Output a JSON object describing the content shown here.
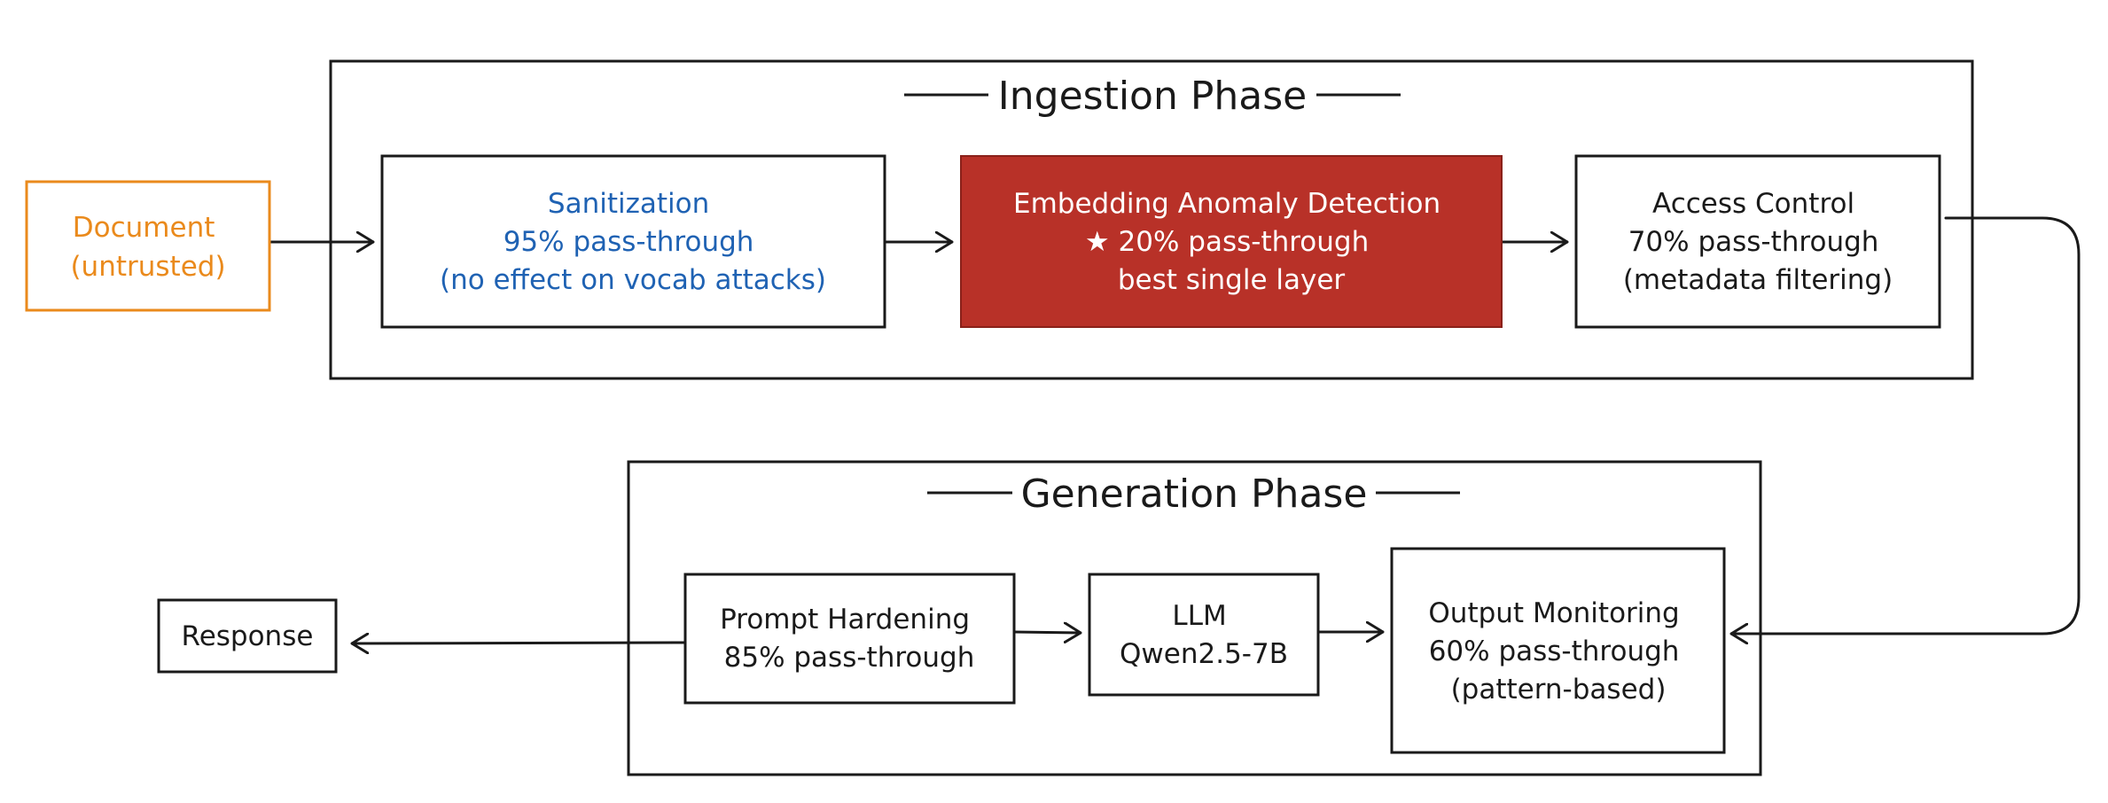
{
  "colors": {
    "ink": "#1a1a1a",
    "untrusted": "#ea8a1c",
    "sanitization_text": "#1f62b3",
    "highlight_fill": "#b83128",
    "highlight_text": "#ffffff"
  },
  "ingestion": {
    "title": "Ingestion Phase"
  },
  "generation": {
    "title": "Generation Phase"
  },
  "nodes": {
    "document": {
      "line1": "Document",
      "line2": "(untrusted)"
    },
    "sanitization": {
      "line1": "Sanitization",
      "line2": "95% pass-through",
      "line3": "(no effect on vocab attacks)"
    },
    "embedding": {
      "line1": "Embedding Anomaly Detection",
      "line2": "★ 20% pass-through",
      "line3": "best single layer"
    },
    "access_control": {
      "line1": "Access Control",
      "line2": "70% pass-through",
      "line3": "(metadata filtering)"
    },
    "output_monitoring": {
      "line1": "Output Monitoring",
      "line2": "60% pass-through",
      "line3": "(pattern-based)"
    },
    "llm": {
      "line1": "LLM",
      "line2": "Qwen2.5-7B"
    },
    "prompt_hardening": {
      "line1": "Prompt Hardening",
      "line2": "85% pass-through"
    },
    "response": {
      "line1": "Response"
    }
  }
}
